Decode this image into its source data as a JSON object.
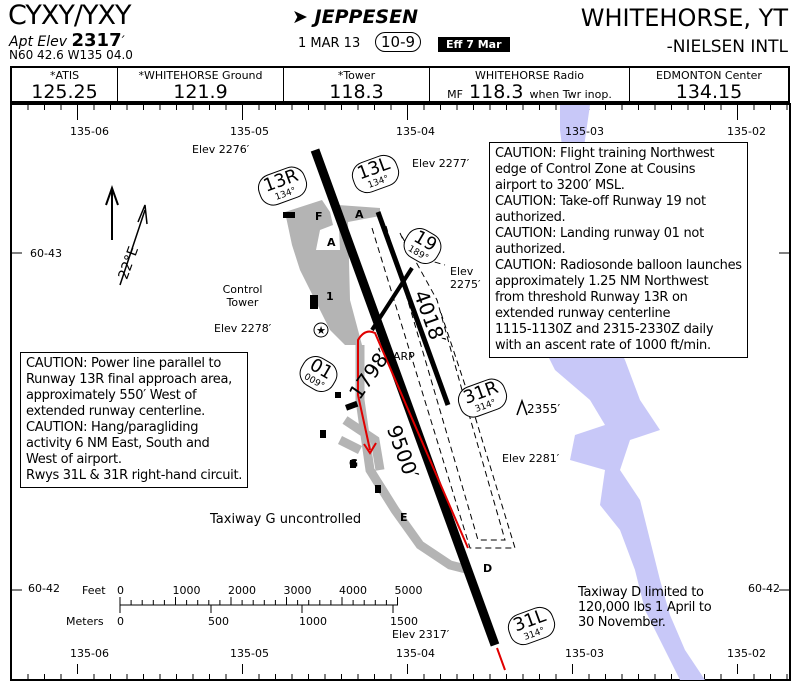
{
  "header": {
    "ident": "CYXY/YXY",
    "apt_elev_label": "Apt Elev",
    "apt_elev": "2317",
    "apt_elev_unit": "′",
    "coords": "N60 42.6 W135 04.0",
    "publisher": "JEPPESEN",
    "date": "1 MAR 13",
    "chart_no": "10-9",
    "effective": "Eff 7 Mar",
    "city": "WHITEHORSE, YT",
    "airport": "-NIELSEN  INTL"
  },
  "frequencies": [
    {
      "label": "*ATIS",
      "value": "125.25"
    },
    {
      "label": "*WHITEHORSE Ground",
      "value": "121.9"
    },
    {
      "label": "*Tower",
      "value": "118.3"
    },
    {
      "label": "WHITEHORSE Radio",
      "prefix": "MF",
      "value": "118.3",
      "suffix": "when Twr inop."
    },
    {
      "label": "EDMONTON Center",
      "value": "134.15"
    }
  ],
  "grid": {
    "lon": [
      "135-06",
      "135-05",
      "135-04",
      "135-03",
      "135-02"
    ],
    "lat": [
      "60-43",
      "60-42"
    ]
  },
  "runways": {
    "r13R": {
      "id": "13R",
      "hdg": "134°"
    },
    "r13L": {
      "id": "13L",
      "hdg": "134°"
    },
    "r19": {
      "id": "19",
      "hdg": "189°"
    },
    "r01": {
      "id": "01",
      "hdg": "009°"
    },
    "r31R": {
      "id": "31R",
      "hdg": "314°"
    },
    "r31L": {
      "id": "31L",
      "hdg": "314°"
    },
    "len_13R": "9500′",
    "len_13L": "4018′",
    "len_01": "1798′"
  },
  "elevations": [
    "Elev 2276′",
    "Elev 2277′",
    "Elev 2275′",
    "Elev 2278′",
    "Elev 2281′",
    "Elev 2317′"
  ],
  "labels": {
    "tower": "Control Tower",
    "arp": "ARP",
    "variation": "22°E",
    "spot": "2355′",
    "twy_g": "Taxiway G uncontrolled",
    "twy": [
      "F",
      "A",
      "A",
      "1",
      "G",
      "E",
      "D"
    ]
  },
  "notes": {
    "right": [
      "CAUTION: Flight training Northwest",
      "edge of Control Zone at Cousins",
      "airport to 3200′ MSL.",
      "CAUTION: Take-off Runway 19 not",
      "authorized.",
      "CAUTION: Landing runway 01 not",
      "authorized.",
      "CAUTION: Radiosonde balloon launches",
      "approximately 1.25 NM Northwest",
      "from threshold Runway 13R on",
      "extended runway centerline",
      "1115-1130Z and 2315-2330Z daily",
      "with an ascent rate of 1000 ft/min."
    ],
    "left": [
      "CAUTION: Power line parallel to",
      "Runway 13R final approach area,",
      "approximately 550′ West of",
      "extended runway centerline.",
      "CAUTION: Hang/paragliding",
      "activity 6 NM East, South and",
      "West of airport.",
      "Rwys 31L & 31R right-hand circuit."
    ],
    "twy_d": [
      "Taxiway D limited to",
      "120,000 lbs 1 April to",
      "30 November."
    ]
  },
  "scale": {
    "feet_label": "Feet",
    "meters_label": "Meters",
    "feet": [
      "0",
      "1000",
      "2000",
      "3000",
      "4000",
      "5000"
    ],
    "meters": [
      "0",
      "500",
      "1000",
      "1500"
    ]
  },
  "colors": {
    "river": "#c8c8f8",
    "apron": "#b4b4b4",
    "route": "#e00000"
  }
}
